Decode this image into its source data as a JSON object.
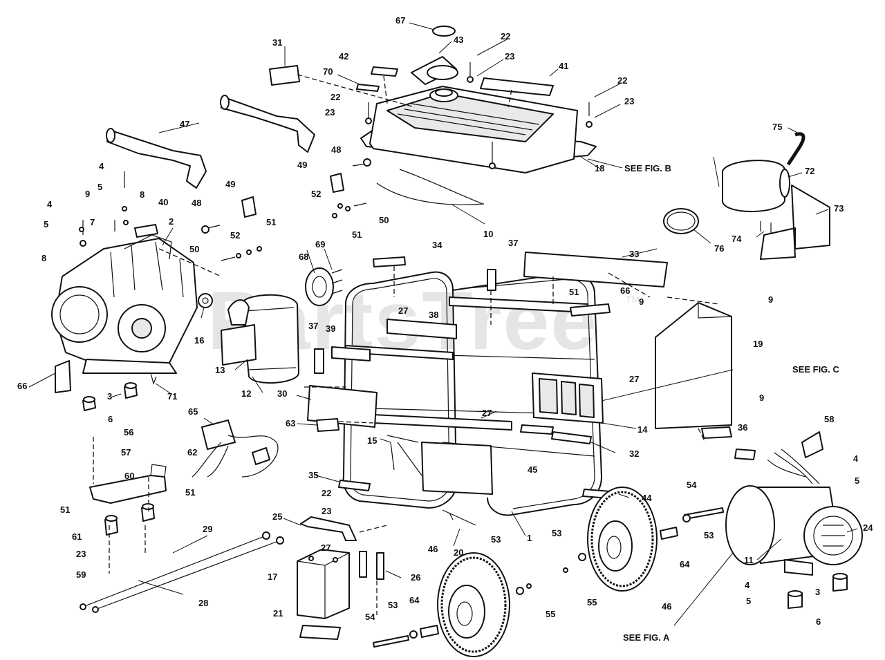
{
  "watermark": {
    "text": "PartsTree",
    "tm": "TM"
  },
  "figure_refs": [
    "SEE FIG. B",
    "SEE FIG. C",
    "SEE FIG. A"
  ],
  "callouts": [
    "67",
    "43",
    "22",
    "42",
    "23",
    "41",
    "31",
    "70",
    "22",
    "23",
    "22",
    "23",
    "47",
    "75",
    "72",
    "73",
    "4",
    "48",
    "49",
    "18",
    "5",
    "8",
    "9",
    "7",
    "40",
    "2",
    "4",
    "5",
    "8",
    "49",
    "48",
    "52",
    "50",
    "51",
    "10",
    "74",
    "76",
    "52",
    "51",
    "50",
    "34",
    "37",
    "33",
    "69",
    "68",
    "51",
    "66",
    "27",
    "38",
    "37",
    "39",
    "9",
    "9",
    "16",
    "13",
    "66",
    "19",
    "3",
    "71",
    "12",
    "27",
    "30",
    "14",
    "63",
    "6",
    "65",
    "56",
    "57",
    "60",
    "62",
    "15",
    "32",
    "45",
    "44",
    "51",
    "51",
    "35",
    "22",
    "23",
    "61",
    "23",
    "29",
    "59",
    "25",
    "17",
    "27",
    "26",
    "28",
    "21",
    "20",
    "46",
    "53",
    "55",
    "64",
    "54",
    "53",
    "64",
    "53",
    "55",
    "46",
    "54",
    "53",
    "4",
    "5",
    "24",
    "11",
    "4",
    "5",
    "3",
    "6",
    "1",
    "36",
    "58",
    "9",
    "27"
  ]
}
